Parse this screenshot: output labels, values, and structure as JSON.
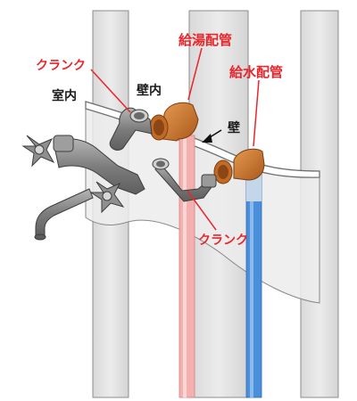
{
  "labels": {
    "hot_pipe": "給湯配管",
    "cold_pipe": "給水配管",
    "crank_upper": "クランク",
    "crank_lower": "クランク",
    "indoor": "室内",
    "inside_wall": "壁内",
    "wall": "壁"
  },
  "colors": {
    "label_red": "#e8262b",
    "label_black": "#1a1a1a",
    "hot_pipe": "#f2aaa9",
    "cold_pipe": "#3f86d6",
    "copper_fitting": "#c8752c",
    "metal": "#8c8c8c"
  }
}
